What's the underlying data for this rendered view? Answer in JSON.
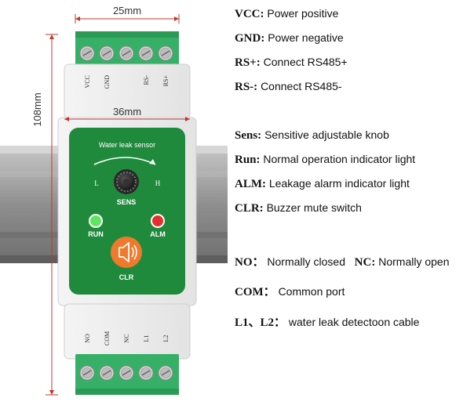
{
  "dimensions": {
    "top_width": "25mm",
    "panel_width": "36mm",
    "height": "108mm"
  },
  "terminals": {
    "top": [
      "VCC",
      "GND",
      "",
      "RS-",
      "RS+"
    ],
    "bottom": [
      "NO",
      "COM",
      "NC",
      "L1",
      "L2"
    ]
  },
  "panel": {
    "title": "Water leak sensor",
    "knob_left": "L",
    "knob_right": "H",
    "knob_label": "SENS",
    "run_label": "RUN",
    "alm_label": "ALM",
    "clr_label": "CLR"
  },
  "legend": [
    {
      "term": "VCC:",
      "desc": "Power positive"
    },
    {
      "term": "GND:",
      "desc": "Power negative"
    },
    {
      "term": "RS+:",
      "desc": "Connect RS485+"
    },
    {
      "term": "RS-:",
      "desc": "Connect RS485-"
    },
    {
      "term": "Sens:",
      "desc": "Sensitive adjustable knob"
    },
    {
      "term": "Run:",
      "desc": "Normal operation indicator light"
    },
    {
      "term": "ALM:",
      "desc": "Leakage alarm indicator light"
    },
    {
      "term": "CLR:",
      "desc": "Buzzer mute switch"
    },
    {
      "term": "NO：",
      "desc": "Normally closed",
      "term2": "NC:",
      "desc2": "Normally open"
    },
    {
      "term": "COM：",
      "desc": "Common port"
    },
    {
      "term": "L1、L2：",
      "desc": "water leak detectoon cable"
    }
  ],
  "colors": {
    "panel_green": "#1f8a3c",
    "terminal_green": "#3dbb72",
    "dimension_red": "#c0392b",
    "run_led": "#5ee65e",
    "alm_led": "#e53030",
    "clr_button": "#f07a2b",
    "rail_gray": "#9a9a9a"
  },
  "icons": {
    "knob": "knob-icon",
    "rotation_arrow": "rotate-arrow-icon",
    "speaker": "speaker-mute-icon",
    "screw": "terminal-screw-icon"
  }
}
